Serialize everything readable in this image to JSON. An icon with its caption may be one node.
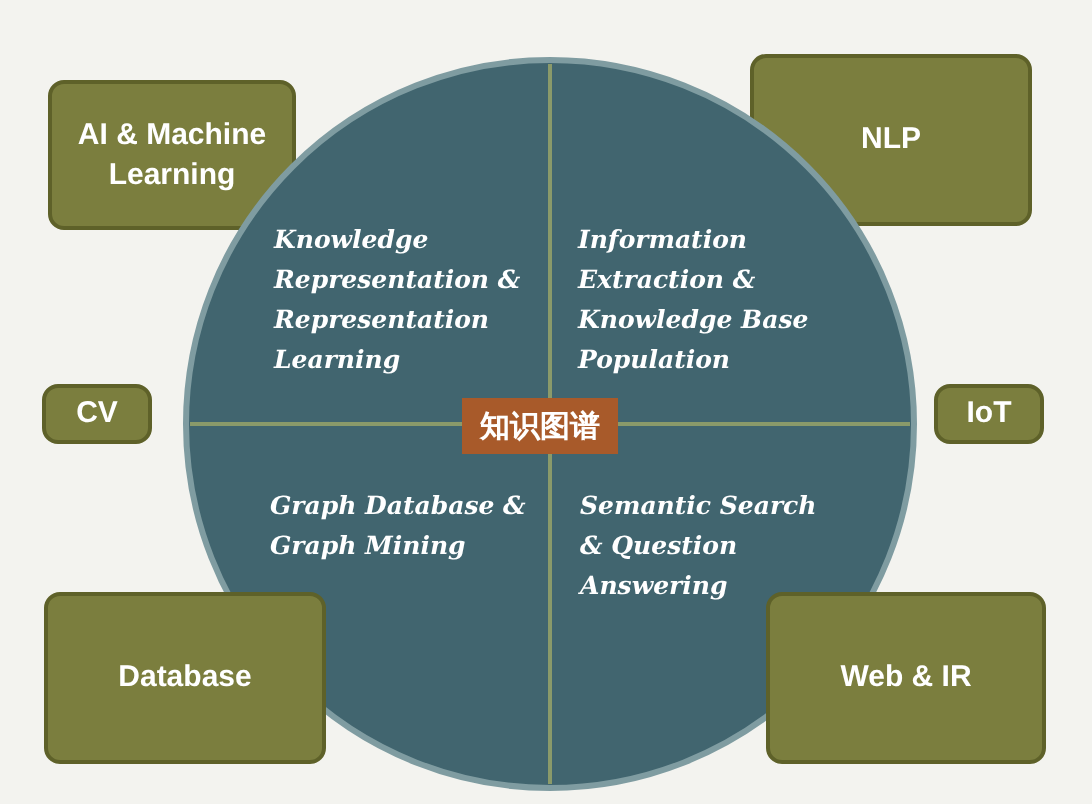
{
  "diagram": {
    "nodes": [
      {
        "text": [
          "AI & Machine Learning"
        ]
      },
      {
        "text": [
          "NLP"
        ]
      },
      {
        "text": [],
        "shape": "circle"
      },
      {
        "text": [
          "Knowledge Representation & Representation Learning"
        ],
        "in": 2
      },
      {
        "text": [
          "Information Extraction & Knowledge Base Population"
        ],
        "in": 2
      },
      {
        "text": [
          "CV"
        ]
      },
      {
        "text": [
          "知识图谱"
        ],
        "in": 2
      },
      {
        "text": [
          "IoT"
        ]
      },
      {
        "text": [
          "Graph Database & Graph Mining"
        ],
        "in": 2
      },
      {
        "text": [
          "Semantic Search & Question Answering"
        ],
        "in": 2
      },
      {
        "text": [
          "Database"
        ]
      },
      {
        "text": [
          "Web & IR"
        ]
      }
    ],
    "edges": []
  }
}
